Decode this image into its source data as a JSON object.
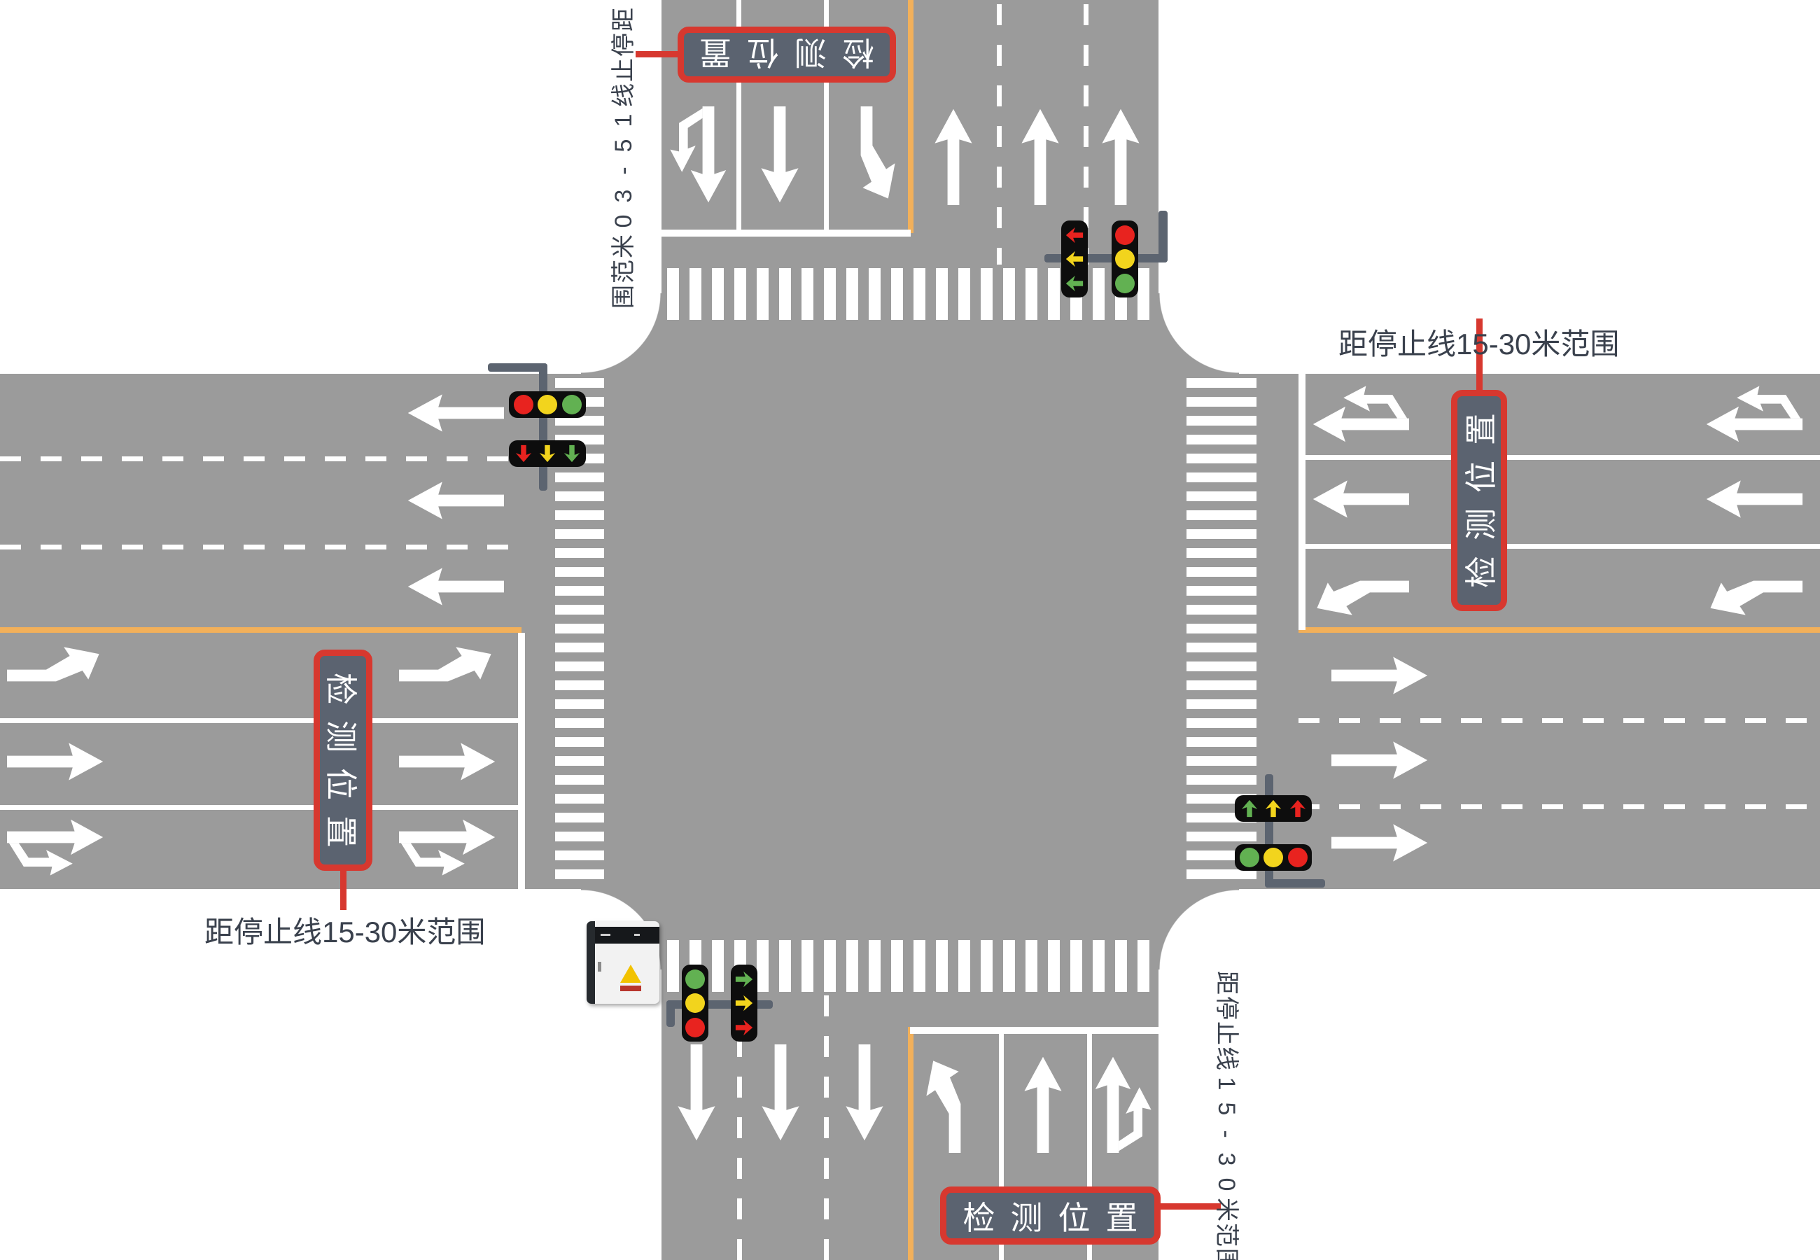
{
  "diagram_title": "signalized-crossroad-detection-position-diagram",
  "colors": {
    "road": "#9b9b9b",
    "marking_white": "#ffffff",
    "center_line_orange": "#f2b05a",
    "annotation_red": "#d7382f",
    "box_fill": "#5b6370",
    "note_text": "#3a414d",
    "light_red": "#e8231f",
    "light_yellow": "#f2d41d",
    "light_green": "#62b152",
    "pole": "#5c6470"
  },
  "labels": {
    "detection_box": "检测位置",
    "range_note": "距停止线15-30米范围"
  },
  "annotations": {
    "north": {
      "box": "检测位置",
      "note": "距停止线15-30米范围",
      "box_rotation_deg": 180,
      "note_layout": "vertical-chars-rotated-left"
    },
    "east": {
      "box": "检测位置",
      "note": "距停止线15-30米范围",
      "box_rotation_deg": -90,
      "note_layout": "horizontal"
    },
    "west": {
      "box": "检测位置",
      "note": "距停止线15-30米范围",
      "box_rotation_deg": 90,
      "note_layout": "horizontal"
    },
    "south": {
      "box": "检测位置",
      "note": "距停止线15-30米范围",
      "box_rotation_deg": 0,
      "note_layout": "vertical-chars-rotated-right"
    }
  },
  "approaches": {
    "north": {
      "direction": "southbound",
      "lanes": [
        "straight-right",
        "straight",
        "left-turn"
      ]
    },
    "south": {
      "direction": "northbound",
      "lanes": [
        "left-turn",
        "straight",
        "straight-right"
      ]
    },
    "west": {
      "direction": "eastbound",
      "lanes": [
        "left-turn",
        "straight",
        "straight-right"
      ]
    },
    "east": {
      "direction": "westbound",
      "lanes": [
        "straight-right",
        "straight",
        "left-turn"
      ]
    }
  },
  "exits": {
    "north": {
      "lanes": [
        "straight",
        "straight",
        "straight"
      ]
    },
    "south": {
      "lanes": [
        "straight",
        "straight",
        "straight"
      ]
    },
    "west": {
      "lanes": [
        "straight",
        "straight",
        "straight"
      ]
    },
    "east": {
      "lanes": [
        "straight",
        "straight",
        "straight"
      ]
    }
  },
  "traffic_lights": {
    "north": {
      "heads": [
        {
          "kind": "arrow",
          "pointing": "left",
          "colors": [
            "red",
            "yellow",
            "green"
          ]
        },
        {
          "kind": "disc",
          "colors": [
            "red",
            "yellow",
            "green"
          ]
        }
      ]
    },
    "west": {
      "heads": [
        {
          "kind": "disc",
          "colors": [
            "red",
            "yellow",
            "green"
          ]
        },
        {
          "kind": "arrow",
          "pointing": "down",
          "colors": [
            "red",
            "yellow",
            "green"
          ]
        }
      ]
    },
    "south": {
      "heads": [
        {
          "kind": "disc",
          "colors": [
            "green",
            "yellow",
            "red"
          ]
        },
        {
          "kind": "arrow",
          "pointing": "right",
          "colors": [
            "green",
            "yellow",
            "red"
          ]
        }
      ]
    },
    "east": {
      "heads": [
        {
          "kind": "arrow",
          "pointing": "up",
          "colors": [
            "green",
            "yellow",
            "red"
          ]
        },
        {
          "kind": "disc",
          "colors": [
            "green",
            "yellow",
            "red"
          ]
        }
      ]
    }
  },
  "equipment": {
    "cabinet": "signal-control-cabinet"
  }
}
